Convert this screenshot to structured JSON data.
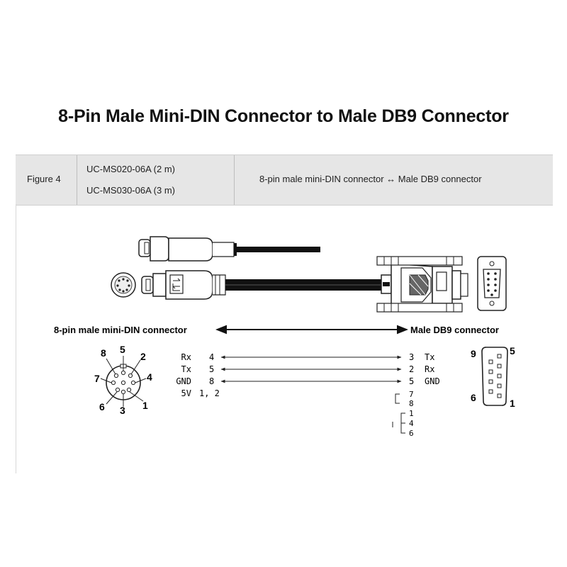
{
  "title": "8-Pin Male Mini-DIN Connector to Male DB9 Connector",
  "table": {
    "figure": "Figure 4",
    "model_a": "UC-MS020-06A (2 m)",
    "model_b": "UC-MS030-06A (3 m)",
    "description": "8-pin male mini-DIN connector ↔ Male DB9 connector"
  },
  "diagram": {
    "left_connector_label": "8-pin male mini-DIN connector",
    "right_connector_label": "Male DB9 connector",
    "minidin_pins": [
      "8",
      "5",
      "2",
      "7",
      "4",
      "6",
      "3",
      "1"
    ],
    "db9_pins": [
      "9",
      "5",
      "6",
      "1"
    ],
    "wiring": [
      {
        "signal": "Rx",
        "din_pin": "4",
        "db9_pin": "3",
        "db9_signal": "Tx"
      },
      {
        "signal": "Tx",
        "din_pin": "5",
        "db9_pin": "2",
        "db9_signal": "Rx"
      },
      {
        "signal": "GND",
        "din_pin": "8",
        "db9_pin": "5",
        "db9_signal": "GND"
      }
    ],
    "power": {
      "signal": "5V",
      "pins": "1, 2"
    },
    "loop_a": [
      "7",
      "8"
    ],
    "loop_b": [
      "1",
      "4",
      "6"
    ]
  }
}
